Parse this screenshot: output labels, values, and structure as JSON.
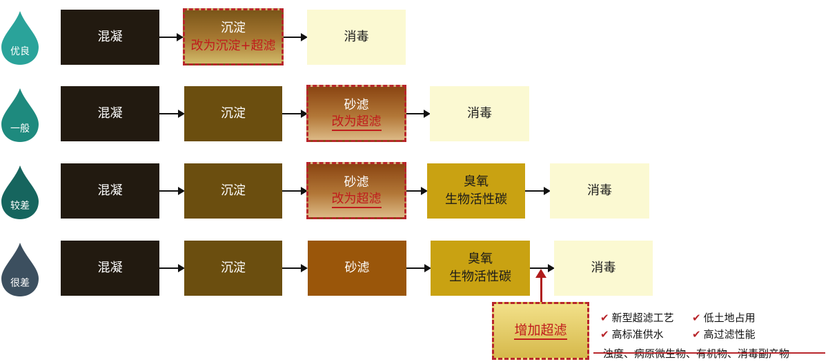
{
  "colors": {
    "drop_excellent": "#2aa39a",
    "drop_general": "#1e8a7e",
    "drop_poor": "#16655e",
    "drop_very_poor": "#3c4f5f",
    "accent_red": "#b8262b"
  },
  "rows": [
    {
      "quality": "优良",
      "steps": [
        {
          "text": "混凝"
        },
        {
          "text": "沉淀",
          "note": "改为沉淀+超滤"
        },
        {
          "text": "消毒"
        }
      ]
    },
    {
      "quality": "一般",
      "steps": [
        {
          "text": "混凝"
        },
        {
          "text": "沉淀"
        },
        {
          "text": "砂滤",
          "note": "改为超滤"
        },
        {
          "text": "消毒"
        }
      ]
    },
    {
      "quality": "较差",
      "steps": [
        {
          "text": "混凝"
        },
        {
          "text": "沉淀"
        },
        {
          "text": "砂滤",
          "note": "改为超滤"
        },
        {
          "text": "臭氧",
          "text2": "生物活性碳"
        },
        {
          "text": "消毒"
        }
      ]
    },
    {
      "quality": "很差",
      "steps": [
        {
          "text": "混凝"
        },
        {
          "text": "沉淀"
        },
        {
          "text": "砂滤"
        },
        {
          "text": "臭氧",
          "text2": "生物活性碳"
        },
        {
          "text": "消毒"
        }
      ]
    }
  ],
  "add_uf": "增加超滤",
  "benefits": [
    "新型超滤工艺",
    "低土地占用",
    "高标准供水",
    "高过滤性能"
  ],
  "removed": "浊度、病原微生物、有机物、消毒副产物",
  "check_icon": "check-mark-icon"
}
